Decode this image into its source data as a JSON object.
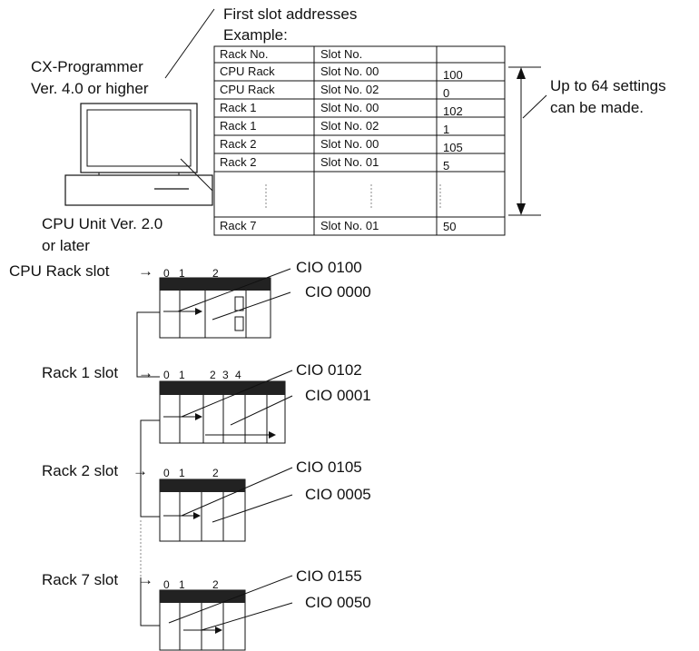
{
  "header": {
    "first_slot_line1": "First slot addresses",
    "first_slot_line2": "Example:"
  },
  "software": {
    "line1": "CX-Programmer",
    "line2": "Ver. 4.0 or higher"
  },
  "cpu_unit": {
    "line1": "CPU Unit Ver. 2.0",
    "line2": "or later"
  },
  "settings_note": {
    "line1": "Up to 64 settings",
    "line2": "can be made."
  },
  "table": {
    "headers": [
      "Rack No.",
      "Slot No.",
      ""
    ],
    "rows": [
      [
        "CPU Rack",
        "Slot No. 00",
        "100"
      ],
      [
        "CPU Rack",
        "Slot No. 02",
        "0"
      ],
      [
        "Rack 1",
        "Slot No. 00",
        "102"
      ],
      [
        "Rack 1",
        "Slot No. 02",
        "1"
      ],
      [
        "Rack 2",
        "Slot No. 00",
        "105"
      ],
      [
        "Rack 2",
        "Slot No. 01",
        "5"
      ],
      [
        "",
        "",
        ""
      ],
      [
        "Rack 7",
        "Slot No. 01",
        "50"
      ]
    ]
  },
  "racks": [
    {
      "label": "CPU Rack slot",
      "slot_numbers": [
        "0",
        "1",
        "2"
      ],
      "cio_top": "CIO 0100",
      "cio_bottom": "CIO 0000"
    },
    {
      "label": "Rack 1 slot",
      "slot_numbers": [
        "0",
        "1",
        "2",
        "3",
        "4"
      ],
      "cio_top": "CIO 0102",
      "cio_bottom": "CIO 0001"
    },
    {
      "label": "Rack 2 slot",
      "slot_numbers": [
        "0",
        "1",
        "2"
      ],
      "cio_top": "CIO 0105",
      "cio_bottom": "CIO 0005"
    },
    {
      "label": "Rack 7 slot",
      "slot_numbers": [
        "0",
        "1",
        "2"
      ],
      "cio_top": "CIO 0155",
      "cio_bottom": "CIO 0050"
    }
  ]
}
